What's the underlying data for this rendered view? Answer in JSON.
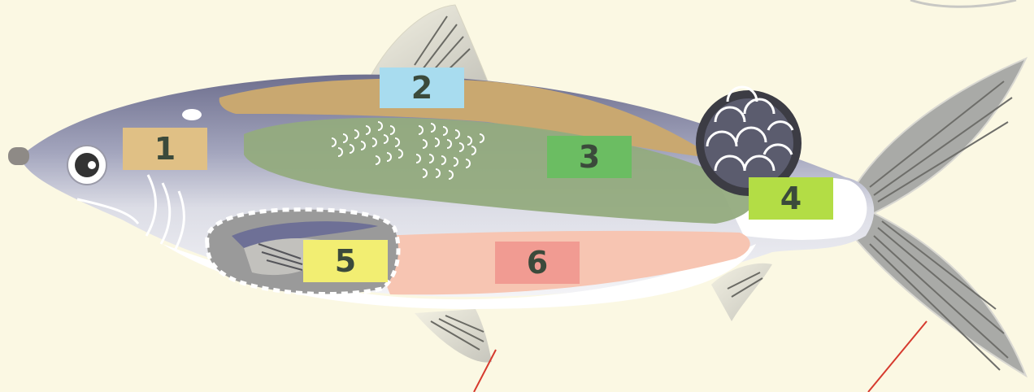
{
  "labels": [
    {
      "text": "1",
      "color": "#e0c085"
    },
    {
      "text": "2",
      "color": "#a8dcef"
    },
    {
      "text": "3",
      "color": "#6bbd62"
    },
    {
      "text": "4",
      "color": "#b3dd45"
    },
    {
      "text": "5",
      "color": "#f2ee72"
    },
    {
      "text": "6",
      "color": "#f19b92"
    }
  ],
  "colors": {
    "background": "#fbf8e3",
    "body_silver": "#c9cbd8",
    "body_dark": "#6e6f8e",
    "dorsal_muscle": "#c9a870",
    "lateral_muscle": "#93ab7e",
    "belly_muscle": "#f7c5b2",
    "fin_gray": "#a9aaa7",
    "scale_circle": "#5b5c6e",
    "red_line": "#d63a2e"
  }
}
